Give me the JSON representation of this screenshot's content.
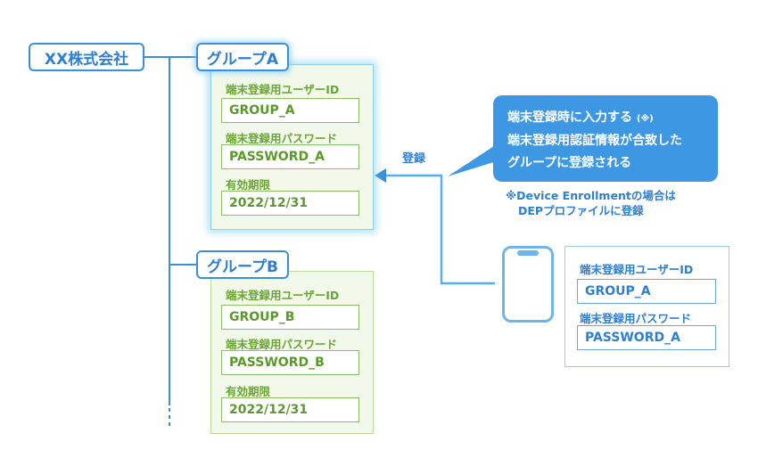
{
  "company": {
    "label": "XX株式会社"
  },
  "groups": [
    {
      "label": "グループA",
      "fields": [
        {
          "label": "端末登録用ユーザーID",
          "value": "GROUP_A"
        },
        {
          "label": "端末登録用パスワード",
          "value": "PASSWORD_A"
        },
        {
          "label": "有効期限",
          "value": "2022/12/31"
        }
      ]
    },
    {
      "label": "グループB",
      "fields": [
        {
          "label": "端末登録用ユーザーID",
          "value": "GROUP_B"
        },
        {
          "label": "端末登録用パスワード",
          "value": "PASSWORD_B"
        },
        {
          "label": "有効期限",
          "value": "2022/12/31"
        }
      ]
    }
  ],
  "connector": {
    "label": "登録"
  },
  "bubble": {
    "line1": "端末登録時に入力する",
    "line1_note": "(※)",
    "line2": "端末登録用認証情報が合致した",
    "line3": "グループに登録される"
  },
  "note": {
    "line1": "※Device Enrollmentの場合は",
    "line2": "DEPプロファイルに登録"
  },
  "device": {
    "fields": [
      {
        "label": "端末登録用ユーザーID",
        "value": "GROUP_A"
      },
      {
        "label": "端末登録用パスワード",
        "value": "PASSWORD_A"
      }
    ]
  },
  "colors": {
    "blue": "#3b8fd9",
    "green": "#8cc265",
    "panel_green": "#f2f9ea",
    "bubble": "#3d97e3"
  }
}
